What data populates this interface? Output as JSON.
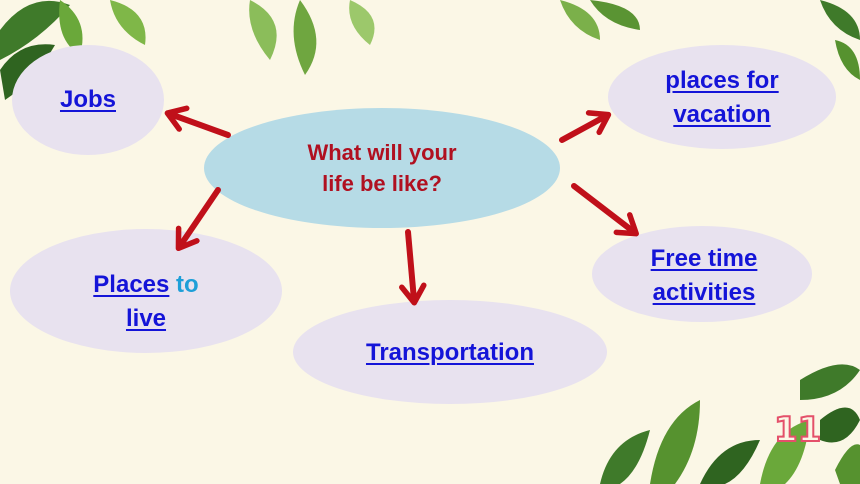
{
  "center": {
    "line1": "What will your",
    "line2": "life be like?",
    "color": "#b01020",
    "fill": "#b6dbe6"
  },
  "topics": {
    "jobs": {
      "label": "Jobs"
    },
    "vacation": {
      "line1": "places for",
      "line2": "vacation"
    },
    "places": {
      "word1": "Places",
      "word2": "to",
      "line2": "live"
    },
    "transport": {
      "label": "Transportation"
    },
    "freetime": {
      "line1": "Free time",
      "line2": "activities"
    }
  },
  "page_number": "11",
  "colors": {
    "link": "#1414d8",
    "arrow": "#c0101a",
    "bubble": "#e8e2ef",
    "accent_word": "#1e9fd8",
    "background": "#fbf7e6"
  }
}
